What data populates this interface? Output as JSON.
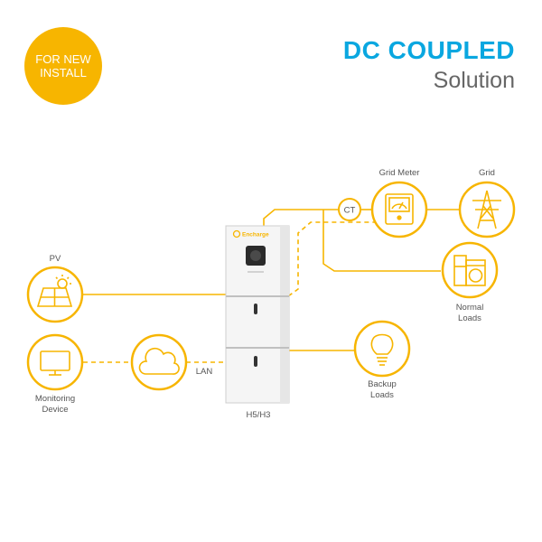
{
  "badge": {
    "line1": "FOR NEW",
    "line2": "INSTALL"
  },
  "title": {
    "main": "DC COUPLED",
    "sub": "Solution"
  },
  "inverter": {
    "brand": "Encharge",
    "label": "H5/H3"
  },
  "nodes": {
    "pv": {
      "label": "PV",
      "icon": "solar-panel-icon"
    },
    "monitoring": {
      "label_line1": "Monitoring",
      "label_line2": "Device",
      "icon": "monitor-icon"
    },
    "cloud": {
      "icon": "cloud-icon"
    },
    "lan": {
      "label": "LAN"
    },
    "ct": {
      "label": "CT"
    },
    "grid_meter": {
      "label": "Grid Meter",
      "icon": "meter-icon"
    },
    "grid": {
      "label": "Grid",
      "icon": "power-tower-icon"
    },
    "normal_loads": {
      "label_line1": "Normal",
      "label_line2": "Loads",
      "icon": "appliances-icon"
    },
    "backup_loads": {
      "label_line1": "Backup",
      "label_line2": "Loads",
      "icon": "light-bulb-icon"
    }
  },
  "colors": {
    "accent": "#f7b500",
    "title": "#0aa7e0",
    "subtitle": "#666666",
    "label": "#555555"
  }
}
